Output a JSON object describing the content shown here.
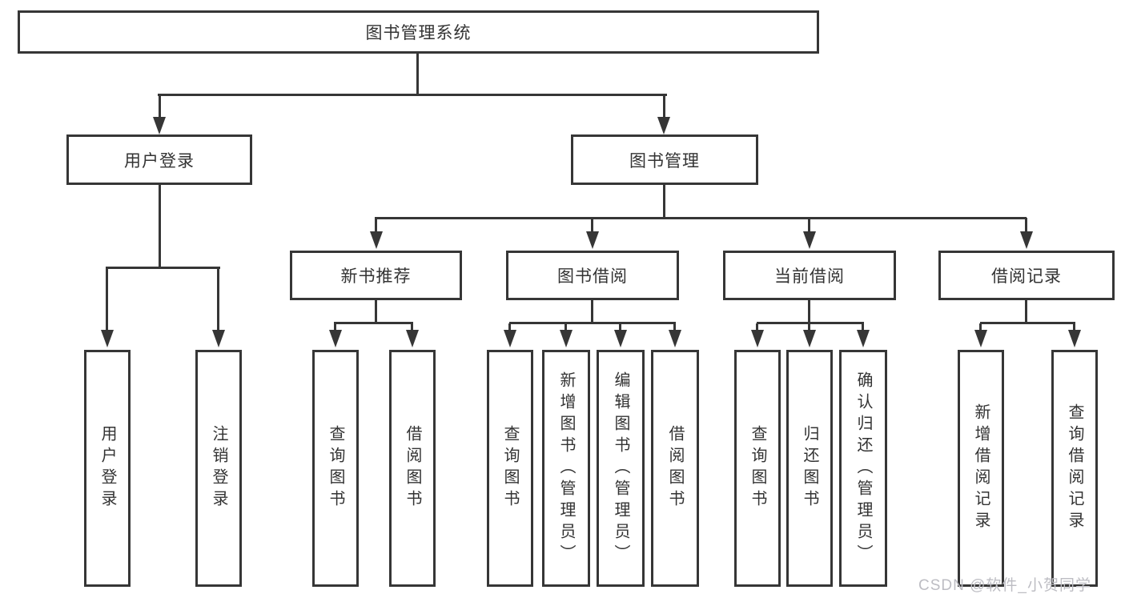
{
  "diagram": {
    "root": {
      "label": "图书管理系统"
    },
    "level2": [
      {
        "label": "用户登录"
      },
      {
        "label": "图书管理"
      }
    ],
    "level3": [
      {
        "label": "新书推荐"
      },
      {
        "label": "图书借阅"
      },
      {
        "label": "当前借阅"
      },
      {
        "label": "借阅记录"
      }
    ],
    "leaves": {
      "user_login": [
        {
          "label": "用户登录"
        },
        {
          "label": "注销登录"
        }
      ],
      "new_book_recommend": [
        {
          "label": "查询图书"
        },
        {
          "label": "借阅图书"
        }
      ],
      "book_borrow": [
        {
          "label": "查询图书"
        },
        {
          "label": "新增图书（管理员）"
        },
        {
          "label": "编辑图书（管理员）"
        },
        {
          "label": "借阅图书"
        }
      ],
      "current_borrow": [
        {
          "label": "查询图书"
        },
        {
          "label": "归还图书"
        },
        {
          "label": "确认归还（管理员）"
        }
      ],
      "borrow_records": [
        {
          "label": "新增借阅记录"
        },
        {
          "label": "查询借阅记录"
        }
      ]
    }
  },
  "watermark": {
    "text": "CSDN @软件_小贺同学"
  },
  "colors": {
    "line": "#363636",
    "text": "#333333",
    "background": "#ffffff",
    "watermark": "#bdbdc3"
  }
}
